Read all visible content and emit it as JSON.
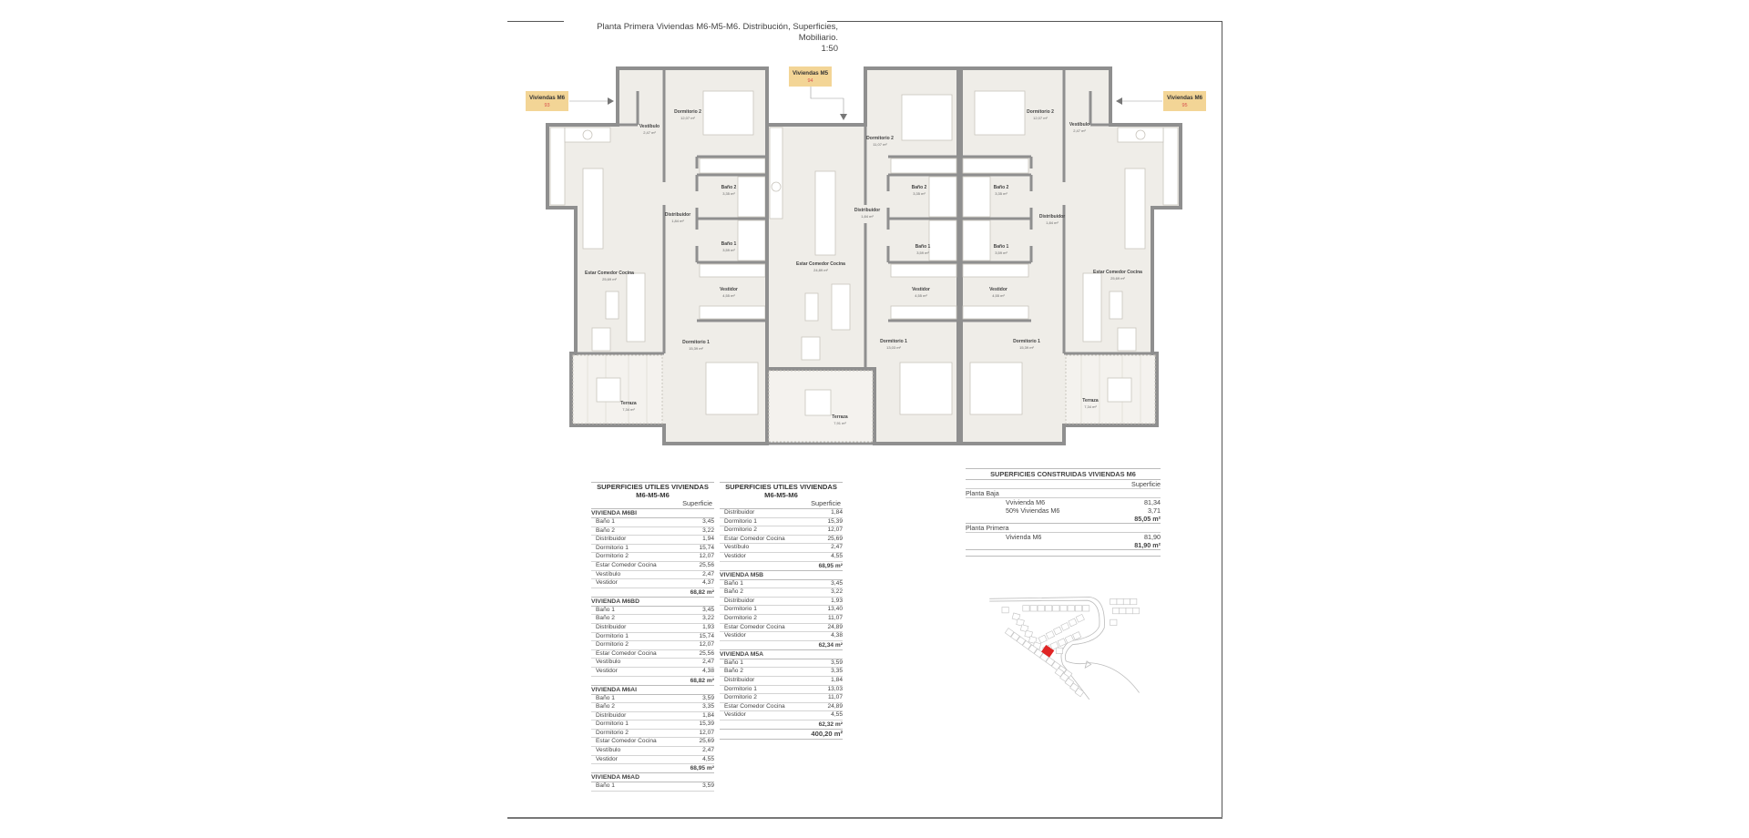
{
  "sheet": {
    "title": "Planta Primera Viviendas M6-M5-M6. Distribución, Superficies, Mobiliario.",
    "scale": "1:50"
  },
  "plan": {
    "tag_color": "#f3d596",
    "tag_number_color": "#d9534f",
    "wall_color": "#8f8f8f",
    "room_color": "#efede8",
    "tags": [
      {
        "label": "Viviendas M6",
        "number": "93"
      },
      {
        "label": "Viviendas M5",
        "number": "94"
      },
      {
        "label": "Viviendas M6",
        "number": "95"
      }
    ],
    "units": [
      {
        "rooms": [
          {
            "name": "Vestíbulo",
            "area": "2,47 m²"
          },
          {
            "name": "Dormitorio 2",
            "area": "12,07 m²"
          },
          {
            "name": "Baño 2",
            "area": "3,35 m²"
          },
          {
            "name": "Distribuidor",
            "area": "1,84 m²"
          },
          {
            "name": "Baño 1",
            "area": "3,59 m²"
          },
          {
            "name": "Estar Comedor Cocina",
            "area": "25,69 m²"
          },
          {
            "name": "Vestidor",
            "area": "4,55 m²"
          },
          {
            "name": "Dormitorio 1",
            "area": "15,39 m²"
          },
          {
            "name": "Terraza",
            "area": "7,34 m²"
          }
        ]
      },
      {
        "rooms": [
          {
            "name": "Dormitorio 2",
            "area": "11,07 m²"
          },
          {
            "name": "Distribuidor",
            "area": "1,84 m²"
          },
          {
            "name": "Baño 2",
            "area": "3,35 m²"
          },
          {
            "name": "Baño 1",
            "area": "3,59 m²"
          },
          {
            "name": "Estar Comedor Cocina",
            "area": "24,89 m²"
          },
          {
            "name": "Vestidor",
            "area": "4,55 m²"
          },
          {
            "name": "Dormitorio 1",
            "area": "13,03 m²"
          },
          {
            "name": "Terraza",
            "area": "7,91 m²"
          }
        ]
      },
      {
        "rooms": [
          {
            "name": "Vestíbulo",
            "area": "2,47 m²"
          },
          {
            "name": "Dormitorio 2",
            "area": "12,07 m²"
          },
          {
            "name": "Baño 2",
            "area": "3,35 m²"
          },
          {
            "name": "Distribuidor",
            "area": "1,84 m²"
          },
          {
            "name": "Baño 1",
            "area": "3,59 m²"
          },
          {
            "name": "Estar Comedor Cocina",
            "area": "25,69 m²"
          },
          {
            "name": "Vestidor",
            "area": "4,55 m²"
          },
          {
            "name": "Dormitorio 1",
            "area": "15,39 m²"
          },
          {
            "name": "Terraza",
            "area": "7,34 m²"
          }
        ]
      }
    ]
  },
  "utiles_tables": [
    {
      "title": "SUPERFICIES UTILES VIVIENDAS M6-M5-M6",
      "column": "Superficie",
      "groups": [
        {
          "name": "VIVIENDA M6BI",
          "rows": [
            [
              "Baño 1",
              "3,45"
            ],
            [
              "Baño 2",
              "3,22"
            ],
            [
              "Distribuidor",
              "1,94"
            ],
            [
              "Dormitorio 1",
              "15,74"
            ],
            [
              "Dormitorio 2",
              "12,07"
            ],
            [
              "Estar Comedor Cocina",
              "25,56"
            ],
            [
              "Vestíbulo",
              "2,47"
            ],
            [
              "Vestidor",
              "4,37"
            ]
          ],
          "total": "68,82 m²"
        },
        {
          "name": "VIVIENDA M6BD",
          "rows": [
            [
              "Baño 1",
              "3,45"
            ],
            [
              "Baño 2",
              "3,22"
            ],
            [
              "Distribuidor",
              "1,93"
            ],
            [
              "Dormitorio 1",
              "15,74"
            ],
            [
              "Dormitorio 2",
              "12,07"
            ],
            [
              "Estar Comedor Cocina",
              "25,56"
            ],
            [
              "Vestíbulo",
              "2,47"
            ],
            [
              "Vestidor",
              "4,38"
            ]
          ],
          "total": "68,82 m²"
        },
        {
          "name": "VIVIENDA M6AI",
          "rows": [
            [
              "Baño 1",
              "3,59"
            ],
            [
              "Baño 2",
              "3,35"
            ],
            [
              "Distribuidor",
              "1,84"
            ],
            [
              "Dormitorio 1",
              "15,39"
            ],
            [
              "Dormitorio 2",
              "12,07"
            ],
            [
              "Estar Comedor Cocina",
              "25,69"
            ],
            [
              "Vestíbulo",
              "2,47"
            ],
            [
              "Vestidor",
              "4,55"
            ]
          ],
          "total": "68,95 m²"
        },
        {
          "name": "VIVIENDA M6AD",
          "rows": [
            [
              "Baño 1",
              "3,59"
            ]
          ]
        }
      ]
    },
    {
      "title": "SUPERFICIES UTILES VIVIENDAS M6-M5-M6",
      "column": "Superficie",
      "groups": [
        {
          "rows": [
            [
              "Distribuidor",
              "1,84"
            ],
            [
              "Dormitorio 1",
              "15,39"
            ],
            [
              "Dormitorio 2",
              "12,07"
            ],
            [
              "Estar Comedor Cocina",
              "25,69"
            ],
            [
              "Vestíbulo",
              "2,47"
            ],
            [
              "Vestidor",
              "4,55"
            ]
          ],
          "total": "68,95 m²"
        },
        {
          "name": "VIVIENDA M5B",
          "rows": [
            [
              "Baño 1",
              "3,45"
            ],
            [
              "Baño 2",
              "3,22"
            ],
            [
              "Distribuidor",
              "1,93"
            ],
            [
              "Dormitorio 1",
              "13,40"
            ],
            [
              "Dormitorio 2",
              "11,07"
            ],
            [
              "Estar Comedor Cocina",
              "24,89"
            ],
            [
              "Vestidor",
              "4,38"
            ]
          ],
          "total": "62,34 m²"
        },
        {
          "name": "VIVIENDA M5A",
          "rows": [
            [
              "Baño 1",
              "3,59"
            ],
            [
              "Baño 2",
              "3,35"
            ],
            [
              "Distribuidor",
              "1,84"
            ],
            [
              "Dormitorio 1",
              "13,03"
            ],
            [
              "Dormitorio 2",
              "11,07"
            ],
            [
              "Estar Comedor Cocina",
              "24,89"
            ],
            [
              "Vestidor",
              "4,55"
            ]
          ],
          "total": "62,32 m²"
        }
      ],
      "grand_total": "400,20 m²"
    }
  ],
  "construidas": {
    "title": "SUPERFICIES CONSTRUIDAS VIVIENDAS M6",
    "column": "Superficie",
    "sections": [
      {
        "name": "Planta Baja",
        "rows": [
          [
            "Vvivienda M6",
            "81,34"
          ],
          [
            "50% Viviendas M6",
            "3,71"
          ]
        ],
        "total": "85,05 m²"
      },
      {
        "name": "Planta Primera",
        "rows": [
          [
            "Vivienda M6",
            "81,90"
          ]
        ],
        "total": "81,90 m²"
      }
    ]
  },
  "location_map": {
    "highlight_color": "#e02424",
    "line_color": "#bdbdbd"
  }
}
